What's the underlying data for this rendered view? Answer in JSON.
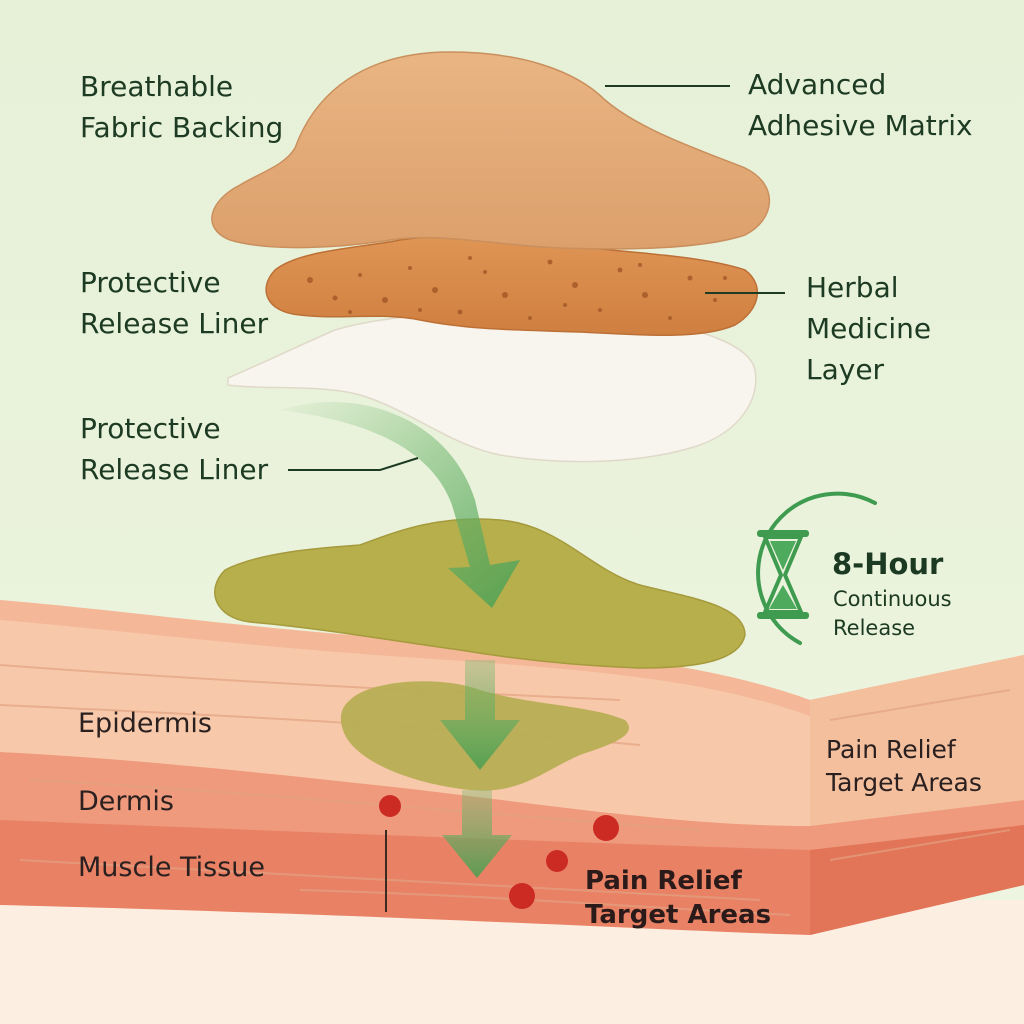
{
  "labels": {
    "fabric_backing": [
      "Breathable",
      "Fabric Backing"
    ],
    "adhesive_matrix": [
      "Advanced",
      "Adhesive Matrix"
    ],
    "release_liner_top": [
      "Protective",
      "Release Liner"
    ],
    "herbal_layer": [
      "Herbal",
      "Medicine",
      "Layer"
    ],
    "release_liner_bottom": [
      "Protective",
      "Release Liner"
    ],
    "epidermis": "Epidermis",
    "dermis": "Dermis",
    "muscle": "Muscle Tissue",
    "target_right": [
      "Pain Relief",
      "Target Areas"
    ],
    "target_center": [
      "Pain Relief",
      "Target Areas"
    ]
  },
  "timer": {
    "title": "8-Hour",
    "subtitle": [
      "Continuous",
      "Release"
    ]
  },
  "icons": [
    "hourglass-icon",
    "release-arrow-icon"
  ],
  "colors": {
    "background": "#eaf2dd",
    "text_dark_green": "#1d3a22",
    "accent_green": "#3e9b4f",
    "arrow_green": "#5fae63",
    "backing_tan": "#e2aa76",
    "herbal_orange": "#d88a4a",
    "liner_white": "#f8f5ee",
    "patch_olive": "#b6ad4a",
    "epidermis": "#f6c6a7",
    "dermis": "#ee9d80",
    "muscle": "#e77f62",
    "target_red": "#cc2b24",
    "base_cream": "#fdeee2"
  }
}
